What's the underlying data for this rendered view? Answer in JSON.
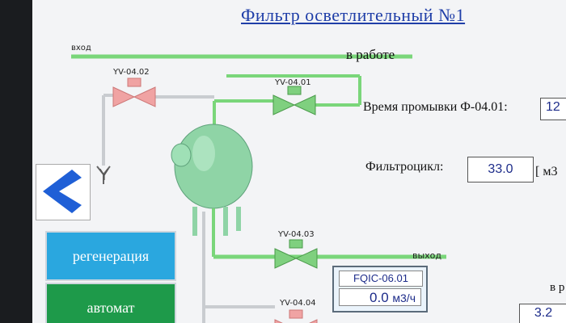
{
  "window": {
    "title": "Фильтр осветлительный №1",
    "status": "в работе"
  },
  "lines": {
    "inlet_label": "вход",
    "outlet_label": "выход",
    "drain_label": "Y"
  },
  "valves": {
    "v0402": "YV-04.02",
    "v0401": "YV-04.01",
    "v0403": "YV-04.03",
    "v0404": "YV-04.04"
  },
  "colors": {
    "open": "#7fd07f",
    "closed": "#f0a3a3",
    "tank": "#8fd4a6",
    "pipe_active": "#7ad67a",
    "pipe_idle": "#c9ccd0"
  },
  "params": {
    "wash_time_label": "Время промывки Ф-04.01:",
    "wash_time_value": "12",
    "filter_cycle_label": "Фильтроцикл:",
    "filter_cycle_value": "33.0",
    "filter_cycle_unit": "[ м3",
    "right_cut_label": "в р",
    "right_cut_value": "3.2"
  },
  "flow_meter": {
    "name": "FQIC-06.01",
    "value": "0.0",
    "unit": "м3/ч"
  },
  "buttons": {
    "back_icon": "chevron-left-icon",
    "regeneration": "регенерация",
    "auto": "автомат"
  }
}
